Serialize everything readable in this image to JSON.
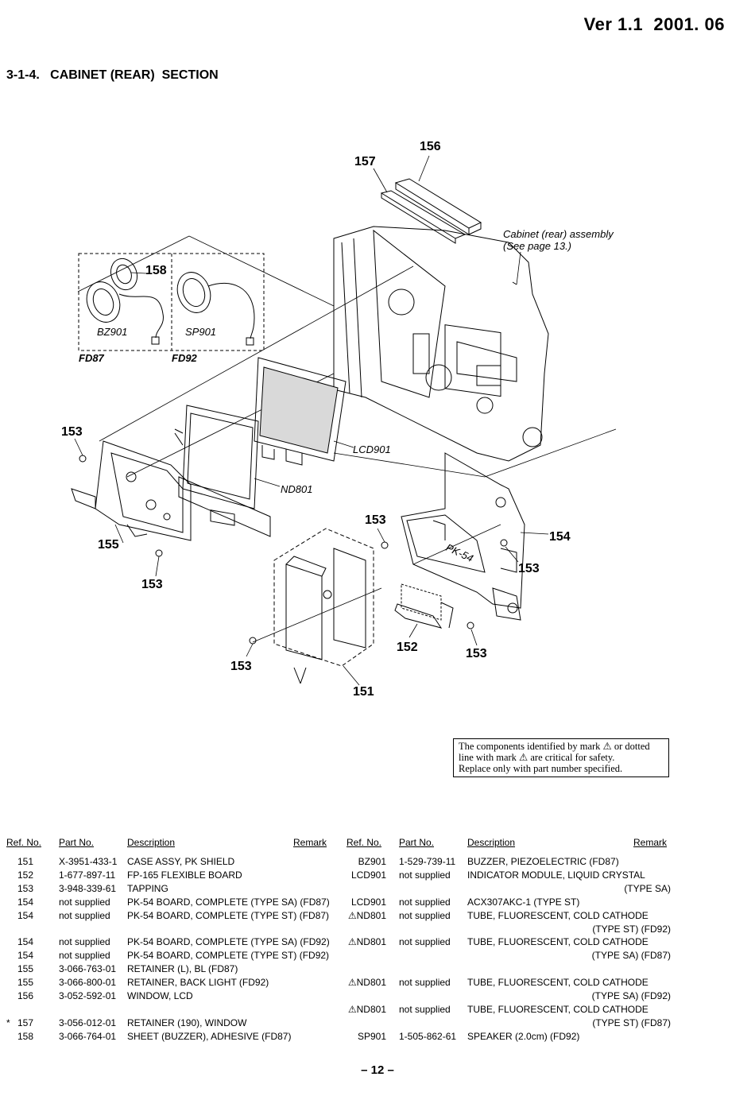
{
  "header": {
    "version": "Ver 1.1  2001. 06",
    "section_title": "3-1-4.   CABINET (REAR)  SECTION"
  },
  "diagram": {
    "callouts": [
      "156",
      "157",
      "158",
      "153",
      "155",
      "153",
      "153",
      "154",
      "153",
      "152",
      "153",
      "153",
      "151"
    ],
    "labels": {
      "cabinet_line1": "Cabinet (rear) assembly",
      "cabinet_line2": "(See page 13.)",
      "bz901": "BZ901",
      "sp901": "SP901",
      "fd87": "FD87",
      "fd92": "FD92",
      "lcd901": "LCD901",
      "nd801": "ND801",
      "pk54": "PK-54"
    }
  },
  "safety_note": {
    "line1": "The components identified by mark ⚠ or dotted",
    "line2": "line with mark ⚠ are critical for safety.",
    "line3": "Replace only with part number specified."
  },
  "table": {
    "headers": {
      "ref_no": "Ref. No.",
      "part_no": "Part No.",
      "description": "Description",
      "remark": "Remark"
    },
    "left": [
      {
        "mark": "",
        "ref": "151",
        "part": "X-3951-433-1",
        "desc": "CASE ASSY, PK SHIELD",
        "remark": ""
      },
      {
        "mark": "",
        "ref": "152",
        "part": "1-677-897-11",
        "desc": "FP-165 FLEXIBLE BOARD",
        "remark": ""
      },
      {
        "mark": "",
        "ref": "153",
        "part": "3-948-339-61",
        "desc": "TAPPING",
        "remark": ""
      },
      {
        "mark": "",
        "ref": "154",
        "part": "not supplied",
        "desc": "PK-54 BOARD, COMPLETE (TYPE SA) (FD87)",
        "remark": ""
      },
      {
        "mark": "",
        "ref": "154",
        "part": "not supplied",
        "desc": "PK-54 BOARD, COMPLETE (TYPE ST) (FD87)",
        "remark": ""
      },
      {
        "mark": "",
        "ref": "154",
        "part": "not supplied",
        "desc": "PK-54 BOARD, COMPLETE (TYPE SA) (FD92)",
        "remark": ""
      },
      {
        "mark": "",
        "ref": "154",
        "part": "not supplied",
        "desc": "PK-54 BOARD, COMPLETE (TYPE ST) (FD92)",
        "remark": ""
      },
      {
        "mark": "",
        "ref": "155",
        "part": "3-066-763-01",
        "desc": "RETAINER (L), BL (FD87)",
        "remark": ""
      },
      {
        "mark": "",
        "ref": "155",
        "part": "3-066-800-01",
        "desc": "RETAINER, BACK LIGHT (FD92)",
        "remark": ""
      },
      {
        "mark": "",
        "ref": "156",
        "part": "3-052-592-01",
        "desc": "WINDOW, LCD",
        "remark": ""
      },
      {
        "mark": "*",
        "ref": "157",
        "part": "3-056-012-01",
        "desc": "RETAINER (190), WINDOW",
        "remark": ""
      },
      {
        "mark": "",
        "ref": "158",
        "part": "3-066-764-01",
        "desc": "SHEET (BUZZER), ADHESIVE (FD87)",
        "remark": ""
      }
    ],
    "right": [
      {
        "ref": "BZ901",
        "part": "1-529-739-11",
        "desc": "BUZZER, PIEZOELECTRIC (FD87)",
        "cont": ""
      },
      {
        "ref": "LCD901",
        "part": "not supplied",
        "desc": "INDICATOR MODULE, LIQUID CRYSTAL",
        "cont": "(TYPE SA)"
      },
      {
        "ref": "LCD901",
        "part": "not supplied",
        "desc": "ACX307AKC-1 (TYPE ST)",
        "cont": ""
      },
      {
        "ref": "⚠ND801",
        "part": "not supplied",
        "desc": "TUBE, FLUORESCENT, COLD CATHODE",
        "cont": "(TYPE ST) (FD92)"
      },
      {
        "ref": "⚠ND801",
        "part": "not supplied",
        "desc": "TUBE, FLUORESCENT, COLD CATHODE",
        "cont": "(TYPE SA) (FD87)"
      },
      {
        "ref": "⚠ND801",
        "part": "not supplied",
        "desc": "TUBE, FLUORESCENT, COLD CATHODE",
        "cont": "(TYPE SA) (FD92)"
      },
      {
        "ref": "⚠ND801",
        "part": "not supplied",
        "desc": "TUBE, FLUORESCENT, COLD CATHODE",
        "cont": "(TYPE ST) (FD87)"
      },
      {
        "ref": "SP901",
        "part": "1-505-862-61",
        "desc": "SPEAKER (2.0cm) (FD92)",
        "cont": ""
      }
    ]
  },
  "footer": {
    "page_number": "– 12 –"
  }
}
